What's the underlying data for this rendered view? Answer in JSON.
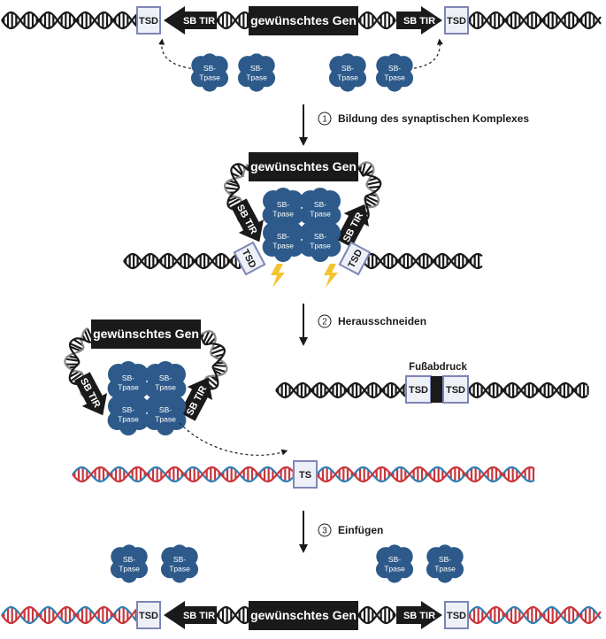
{
  "labels": {
    "gene": "gewünschtes Gen",
    "tir": "SB TIR",
    "tsd": "TSD",
    "ts": "TS",
    "transposase_line1": "SB-",
    "transposase_line2": "Tpase",
    "footprint": "Fußabdruck"
  },
  "steps": [
    {
      "number": "1",
      "label": "Bildung des synaptischen Komplexes"
    },
    {
      "number": "2",
      "label": "Herausschneiden"
    },
    {
      "number": "3",
      "label": "Einfügen"
    }
  ],
  "colors": {
    "dna_black": "#1a1a1a",
    "dna_grey": "#8a8a8a",
    "dna_red": "#c8363b",
    "dna_blue": "#2f7fb5",
    "transposase": "#2d5a8a",
    "tsd_fill": "#eef0f7",
    "tsd_stroke": "#7d86b5",
    "lightning": "#f4c430"
  },
  "icons": [
    "transposase-protein-icon",
    "lightning-icon",
    "tir-arrow-icon"
  ]
}
